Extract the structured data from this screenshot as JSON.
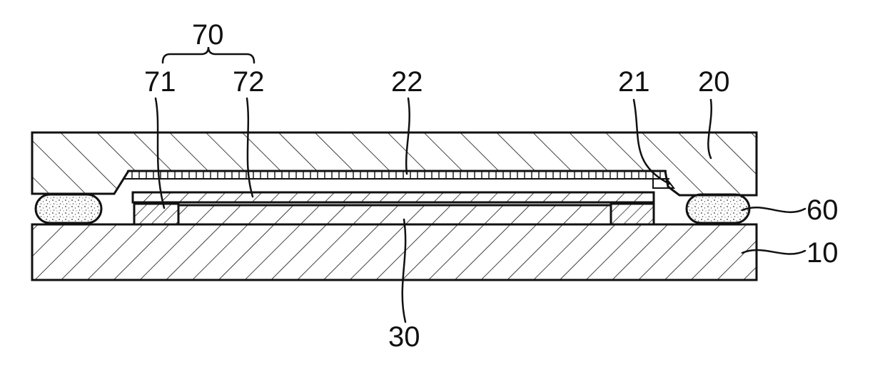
{
  "labels": {
    "l70": "70",
    "l71": "71",
    "l72": "72",
    "l22": "22",
    "l21": "21",
    "l20": "20",
    "l60": "60",
    "l10": "10",
    "l30": "30"
  }
}
